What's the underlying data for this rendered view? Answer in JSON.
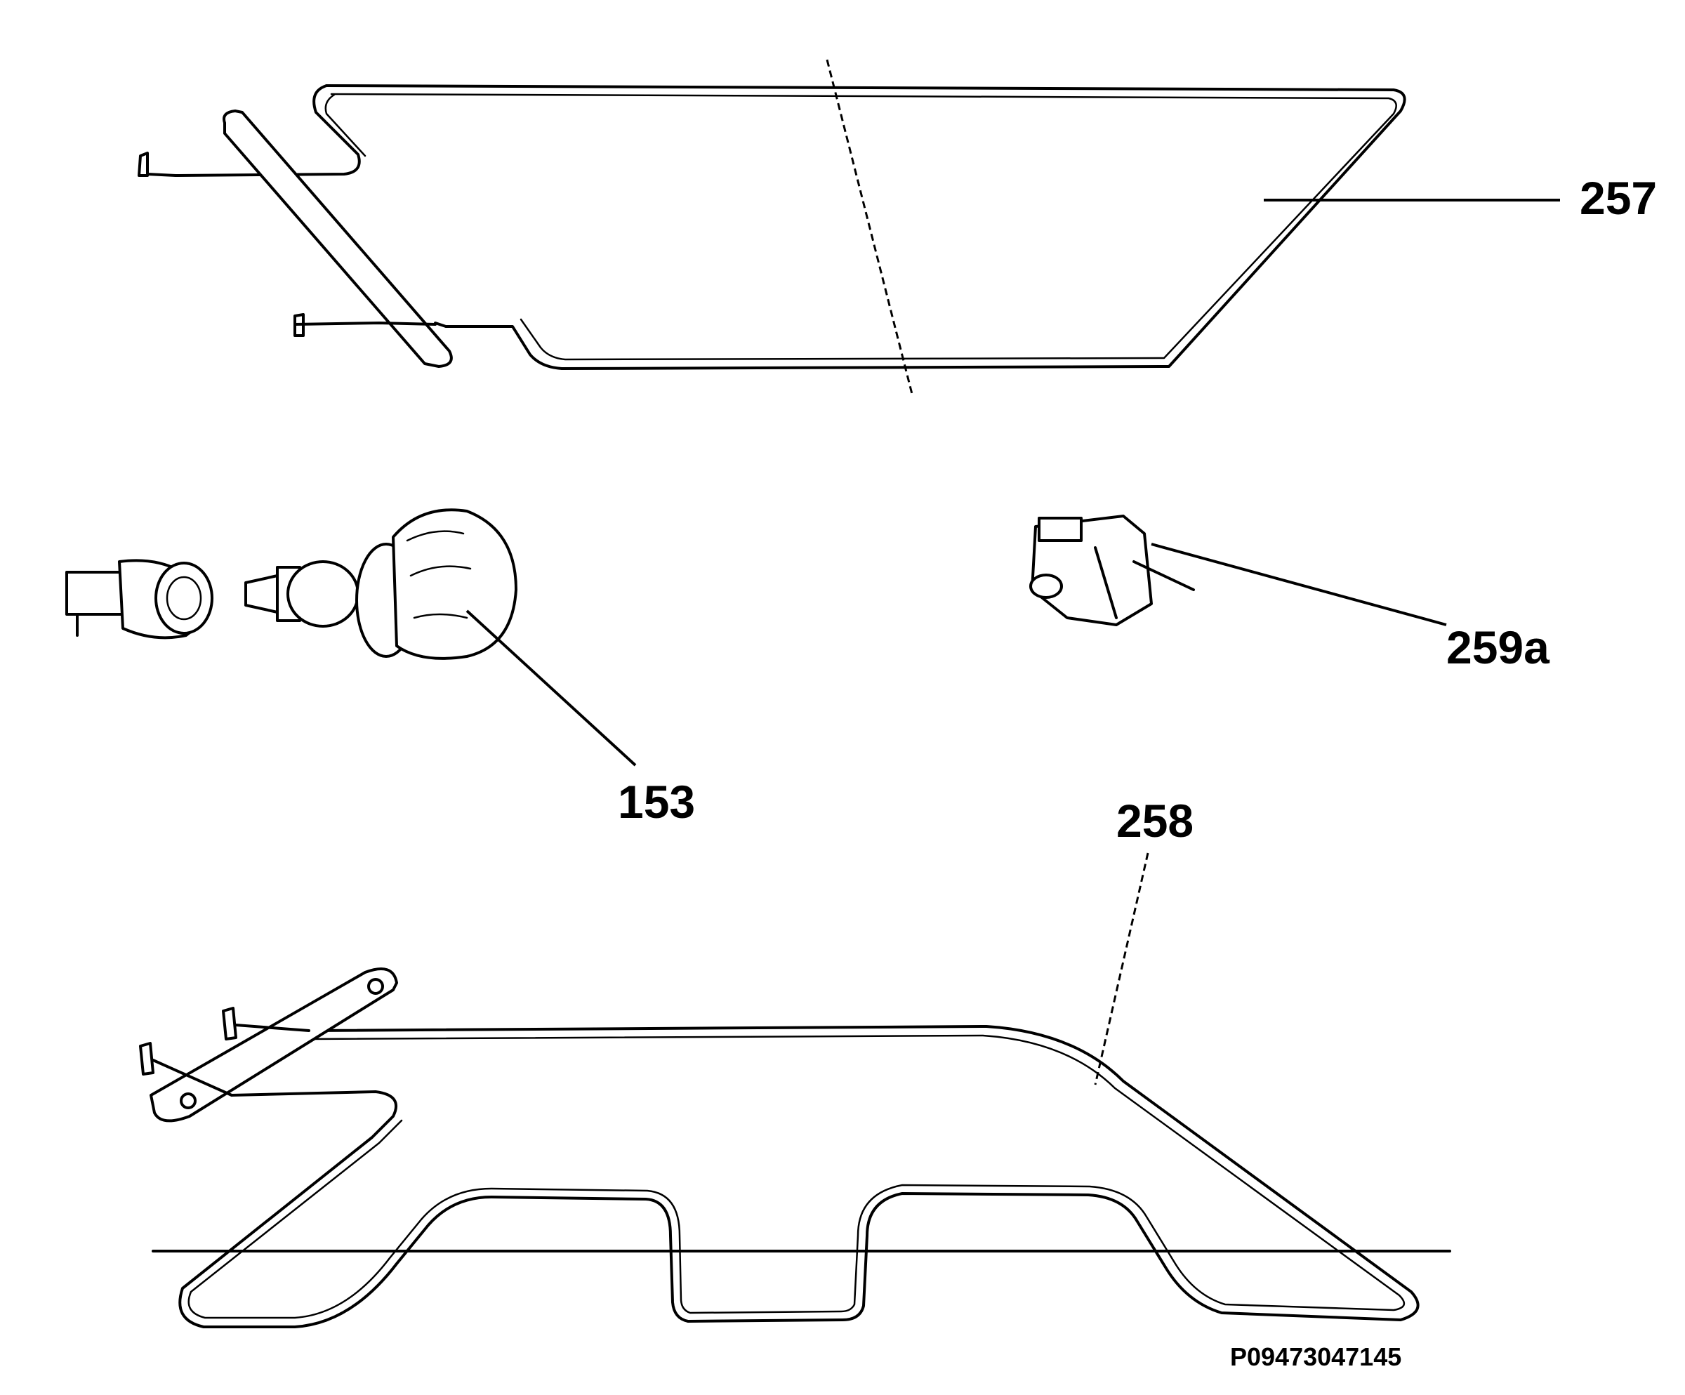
{
  "callouts": {
    "part_257": "257",
    "part_259a": "259a",
    "part_153": "153",
    "part_258": "258"
  },
  "reference_code": "P09473047145",
  "colors": {
    "line": "#000000",
    "background": "#ffffff"
  }
}
